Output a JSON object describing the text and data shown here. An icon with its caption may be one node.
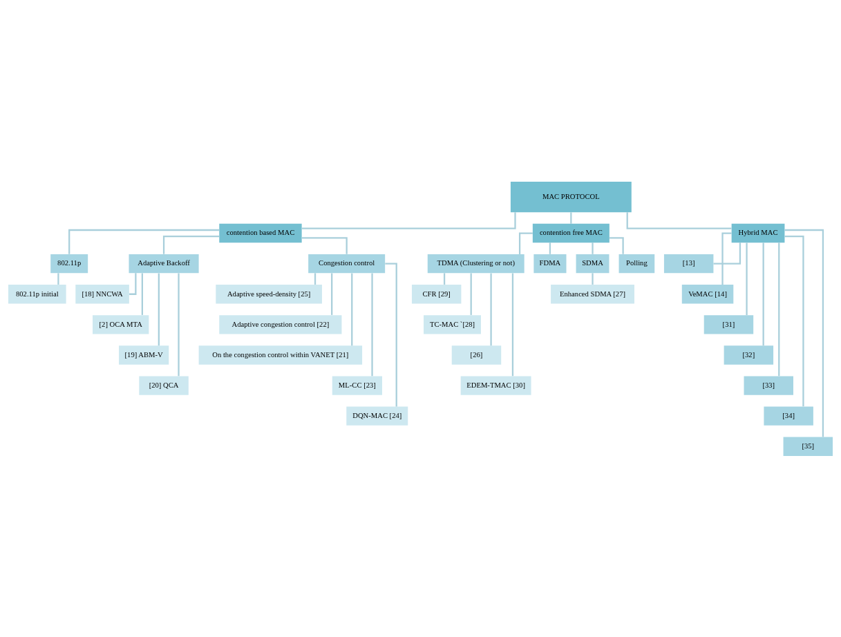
{
  "diagram": {
    "nodes": [
      {
        "text": [
          "MAC PROTOCOL"
        ]
      },
      {
        "text": [
          "contention based MAC"
        ]
      },
      {
        "text": [
          "contention free MAC"
        ]
      },
      {
        "text": [
          "Hybrid MAC"
        ]
      },
      {
        "text": [
          "802.11p"
        ]
      },
      {
        "text": [
          "Adaptive Backoff"
        ]
      },
      {
        "text": [
          "Congestion control"
        ]
      },
      {
        "text": [
          "802.11p initial"
        ]
      },
      {
        "text": [
          "[18] NNCWA"
        ]
      },
      {
        "text": [
          "[2] OCA MTA"
        ]
      },
      {
        "text": [
          "[19] ABM-V"
        ]
      },
      {
        "text": [
          "[20] QCA"
        ]
      },
      {
        "text": [
          "Adaptive speed-density [25]"
        ]
      },
      {
        "text": [
          "Adaptive congestion control [22]"
        ]
      },
      {
        "text": [
          "On the congestion control within VANET [21]"
        ]
      },
      {
        "text": [
          "ML-CC [23]"
        ]
      },
      {
        "text": [
          "DQN-MAC [24]"
        ]
      },
      {
        "text": [
          "TDMA (Clustering or not)"
        ]
      },
      {
        "text": [
          "FDMA"
        ]
      },
      {
        "text": [
          "SDMA"
        ]
      },
      {
        "text": [
          "Polling"
        ]
      },
      {
        "text": [
          "CFR [29]"
        ]
      },
      {
        "text": [
          "TC-MAC `[28]"
        ]
      },
      {
        "text": [
          "[26]"
        ]
      },
      {
        "text": [
          "EDEM-TMAC [30]"
        ]
      },
      {
        "text": [
          "Enhanced SDMA [27]"
        ]
      },
      {
        "text": [
          "[13]"
        ]
      },
      {
        "text": [
          "VeMAC [14]"
        ]
      },
      {
        "text": [
          "[31]"
        ]
      },
      {
        "text": [
          "[32]"
        ]
      },
      {
        "text": [
          "[33]"
        ]
      },
      {
        "text": [
          "[34]"
        ]
      },
      {
        "text": [
          "[35]"
        ]
      }
    ],
    "edges": [
      {
        "from": 0,
        "to": 1,
        "arrow": "none"
      },
      {
        "from": 0,
        "to": 2,
        "arrow": "none"
      },
      {
        "from": 0,
        "to": 3,
        "arrow": "none"
      },
      {
        "from": 1,
        "to": 4,
        "arrow": "none"
      },
      {
        "from": 1,
        "to": 5,
        "arrow": "none"
      },
      {
        "from": 1,
        "to": 6,
        "arrow": "none"
      },
      {
        "from": 4,
        "to": 7,
        "arrow": "none"
      },
      {
        "from": 5,
        "to": 8,
        "arrow": "none"
      },
      {
        "from": 5,
        "to": 9,
        "arrow": "none"
      },
      {
        "from": 5,
        "to": 10,
        "arrow": "none"
      },
      {
        "from": 5,
        "to": 11,
        "arrow": "none"
      },
      {
        "from": 6,
        "to": 12,
        "arrow": "none"
      },
      {
        "from": 6,
        "to": 13,
        "arrow": "none"
      },
      {
        "from": 6,
        "to": 14,
        "arrow": "none"
      },
      {
        "from": 6,
        "to": 15,
        "arrow": "none"
      },
      {
        "from": 6,
        "to": 16,
        "arrow": "none"
      },
      {
        "from": 2,
        "to": 17,
        "arrow": "none"
      },
      {
        "from": 2,
        "to": 18,
        "arrow": "none"
      },
      {
        "from": 2,
        "to": 19,
        "arrow": "none"
      },
      {
        "from": 2,
        "to": 20,
        "arrow": "none"
      },
      {
        "from": 17,
        "to": 21,
        "arrow": "none"
      },
      {
        "from": 17,
        "to": 22,
        "arrow": "none"
      },
      {
        "from": 17,
        "to": 23,
        "arrow": "none"
      },
      {
        "from": 17,
        "to": 24,
        "arrow": "none"
      },
      {
        "from": 19,
        "to": 25,
        "arrow": "none"
      },
      {
        "from": 3,
        "to": 26,
        "arrow": "none"
      },
      {
        "from": 3,
        "to": 27,
        "arrow": "none"
      },
      {
        "from": 3,
        "to": 28,
        "arrow": "none"
      },
      {
        "from": 3,
        "to": 29,
        "arrow": "none"
      },
      {
        "from": 3,
        "to": 30,
        "arrow": "none"
      },
      {
        "from": 3,
        "to": 31,
        "arrow": "none"
      },
      {
        "from": 3,
        "to": 32,
        "arrow": "none"
      }
    ]
  }
}
